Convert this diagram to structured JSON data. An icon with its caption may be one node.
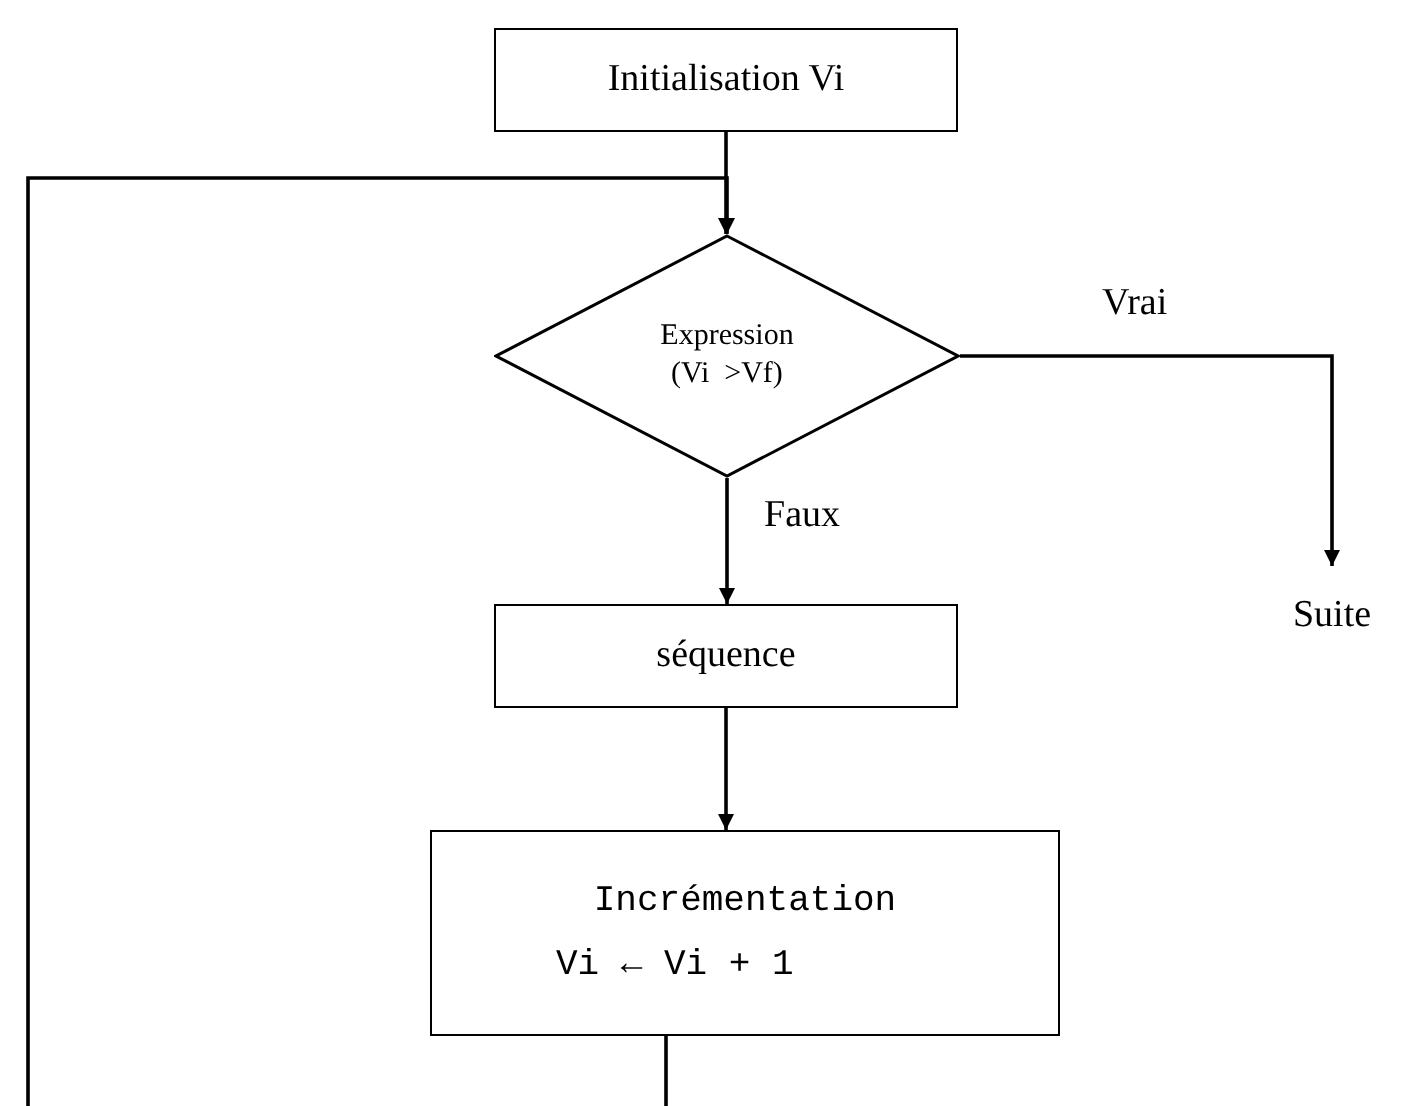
{
  "diagram": {
    "nodes": [
      {
        "text": [
          "Initialisation Vi"
        ]
      },
      {
        "text": [
          "Expression (Vi  >Vf)"
        ]
      },
      {
        "text": [
          "séquence"
        ]
      },
      {
        "text": [
          "Incrémentation",
          "Vi ← Vi + 1"
        ]
      },
      {
        "text": [
          "Suite"
        ]
      }
    ],
    "edges": [
      {
        "from": 0,
        "to": 1,
        "arrow": "to"
      },
      {
        "from": 1,
        "to": 4,
        "arrow": "to",
        "label": "Vrai"
      },
      {
        "from": 1,
        "to": 2,
        "arrow": "to",
        "label": "Faux"
      },
      {
        "from": 2,
        "to": 3,
        "arrow": "to"
      },
      {
        "from": 3,
        "to": 1,
        "arrow": "to"
      }
    ]
  }
}
